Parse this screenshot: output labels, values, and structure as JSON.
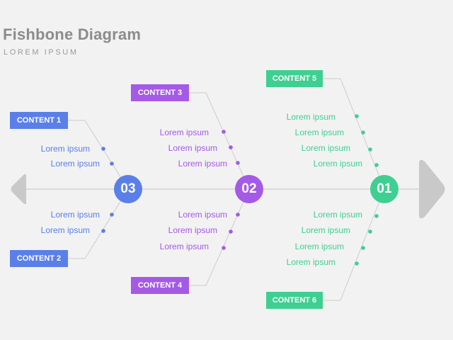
{
  "title": "Fishbone Diagram",
  "subtitle": "LOREM IPSUM",
  "colors": {
    "blue": "#5a7fe8",
    "purple": "#a45ae6",
    "green": "#3fcf92",
    "spine": "#cccccc",
    "arrow": "#c9c9c9"
  },
  "nodes": [
    {
      "label": "03",
      "color": "#5a7fe8"
    },
    {
      "label": "02",
      "color": "#a45ae6"
    },
    {
      "label": "01",
      "color": "#3fcf92"
    }
  ],
  "contents": [
    {
      "label": "CONTENT 1",
      "color": "#5a7fe8"
    },
    {
      "label": "CONTENT 2",
      "color": "#5a7fe8"
    },
    {
      "label": "CONTENT 3",
      "color": "#a45ae6"
    },
    {
      "label": "CONTENT 4",
      "color": "#a45ae6"
    },
    {
      "label": "CONTENT 5",
      "color": "#3fcf92"
    },
    {
      "label": "CONTENT 6",
      "color": "#3fcf92"
    }
  ],
  "items": {
    "c1": [
      "Lorem ipsum",
      "Lorem ipsum"
    ],
    "c2": [
      "Lorem ipsum",
      "Lorem ipsum"
    ],
    "c3": [
      "Lorem ipsum",
      "Lorem ipsum",
      "Lorem ipsum"
    ],
    "c4": [
      "Lorem ipsum",
      "Lorem ipsum",
      "Lorem ipsum"
    ],
    "c5": [
      "Lorem ipsum",
      "Lorem ipsum",
      "Lorem ipsum",
      "Lorem ipsum"
    ],
    "c6": [
      "Lorem ipsum",
      "Lorem ipsum",
      "Lorem ipsum",
      "Lorem ipsum"
    ]
  }
}
